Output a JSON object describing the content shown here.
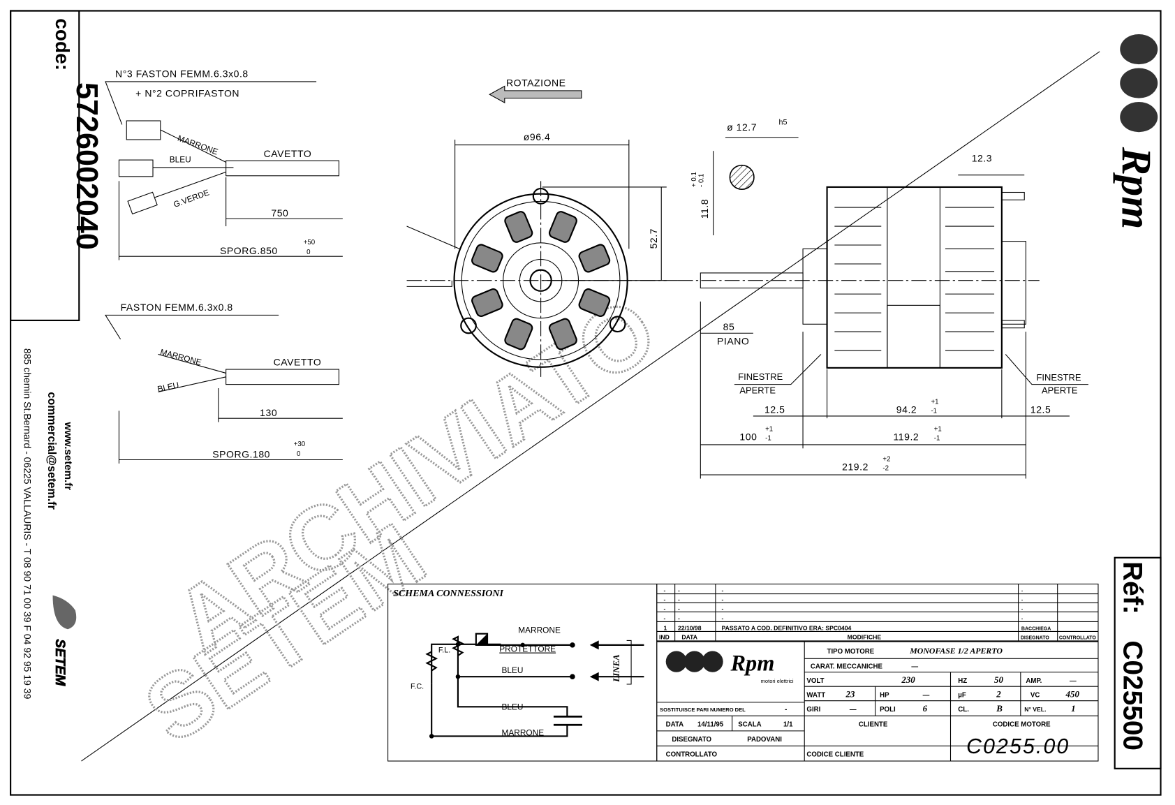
{
  "sheet": {
    "code_label": "code:",
    "code": "5726002040",
    "ref_label": "Réf:",
    "ref": "C025500",
    "brand_right": "Rpm",
    "watermark_archive": "ARCHIVIATO",
    "watermark_brand": "SETEM"
  },
  "contact": {
    "website": "www.setem.fr",
    "email": "commercial@setem.fr",
    "address": "885 chemin St.Bernard  -  06225 VALLAURIS  -  T 08 90 71 00 39   F 04 92 95 19 39",
    "brand": "SETEM"
  },
  "wiring_top": {
    "title": "N°3 FASTON FEMM.6.3x0.8",
    "subtitle": "+ N°2 COPRIFASTON",
    "wire1": "MARRONE",
    "wire2": "BLEU",
    "wire3": "G.VERDE",
    "cable": "CAVETTO",
    "length": "750",
    "overhang": "SPORG.850",
    "tol_plus": "+50",
    "tol_minus": "0"
  },
  "wiring_bottom": {
    "title": "FASTON FEMM.6.3x0.8",
    "wire1": "MARRONE",
    "wire2": "BLEU",
    "cable": "CAVETTO",
    "length": "130",
    "overhang": "SPORG.180",
    "tol_plus": "+30",
    "tol_minus": "0"
  },
  "front_view": {
    "rotation_label": "ROTAZIONE",
    "diameter": "ø96.4",
    "height": "52.7"
  },
  "side_view": {
    "shaft_diameter": "ø 12.7",
    "shaft_tol": "h5",
    "flat": "11.8",
    "flat_tol_plus": "+ 0.1",
    "flat_tol_minus": "- 0.1",
    "stud": "12.3",
    "plane_dim": "85",
    "plane_label": "PIANO",
    "windows_left_1": "FINESTRE",
    "windows_left_2": "APERTE",
    "windows_right_1": "FINESTRE",
    "windows_right_2": "APERTE",
    "dim_left_end": "12.5",
    "dim_body": "94.2",
    "dim_body_tol_plus": "+1",
    "dim_body_tol_minus": "-1",
    "dim_right_end": "12.5",
    "dim_shaft": "100",
    "dim_shaft_tol_plus": "+1",
    "dim_shaft_tol_minus": "-1",
    "dim_motor": "119.2",
    "dim_motor_tol_plus": "+1",
    "dim_motor_tol_minus": "-1",
    "dim_total": "219.2",
    "dim_total_tol_plus": "+2",
    "dim_total_tol_minus": "-2"
  },
  "schema": {
    "title": "SCHEMA CONNESSIONI",
    "marrone_top": "MARRONE",
    "protettore": "PROTETTORE",
    "bleu_line": "BLEU",
    "bleu_cap": "BLEU",
    "marrone_cap": "MARRONE",
    "fl": "F.L.",
    "fc": "F.C.",
    "linea": "LINEA"
  },
  "revisions": {
    "rows": [
      {
        "ind": "-",
        "data": "-",
        "modifica": "-",
        "disegnato": "-",
        "controllato": ""
      },
      {
        "ind": "-",
        "data": "-",
        "modifica": "-",
        "disegnato": "-",
        "controllato": ""
      },
      {
        "ind": "-",
        "data": "-",
        "modifica": "-",
        "disegnato": "-",
        "controllato": ""
      },
      {
        "ind": "-",
        "data": "-",
        "modifica": "-",
        "disegnato": "-",
        "controllato": ""
      },
      {
        "ind": "1",
        "data": "22/10/98",
        "modifica": "PASSATO A COD. DEFINITIVO ERA: SPC0404",
        "disegnato": "BACCHIEGA",
        "controllato": ""
      }
    ],
    "header": {
      "ind": "IND",
      "data": "DATA",
      "modifica": "MODIFICHE",
      "disegnato": "DISEGNATO",
      "controllato": "CONTROLLATO"
    }
  },
  "title_block": {
    "logo_text": "Rpm",
    "logo_sub": "motori elettrici",
    "tipo_label": "TIPO MOTORE",
    "tipo_value": "MONOFASE 1/2 APERTO",
    "carat_label": "CARAT. MECCANICHE",
    "carat_value": "—",
    "volt_label": "VOLT",
    "volt": "230",
    "hz_label": "HZ",
    "hz": "50",
    "amp_label": "AMP.",
    "amp": "—",
    "watt_label": "WATT",
    "watt": "23",
    "hp_label": "HP",
    "hp": "—",
    "uf_label": "µF",
    "uf": "2",
    "vc_label": "VC",
    "vc": "450",
    "giri_label": "GIRI",
    "giri": "—",
    "poli_label": "POLI",
    "poli": "6",
    "cl_label": "CL.",
    "cl": "B",
    "vel_label": "N° VEL.",
    "vel": "1",
    "sostituisce_label": "SOSTITUISCE PARI NUMERO DEL",
    "sostituisce_value": "-",
    "data_label": "DATA",
    "data": "14/11/95",
    "scala_label": "SCALA",
    "scala": "1/1",
    "disegnato_label": "DISEGNATO",
    "disegnato": "PADOVANI",
    "controllato_label": "CONTROLLATO",
    "cliente_label": "CLIENTE",
    "codice_cliente_label": "CODICE CLIENTE",
    "codice_motore_label": "CODICE MOTORE",
    "codice_motore": "C0255.00"
  }
}
